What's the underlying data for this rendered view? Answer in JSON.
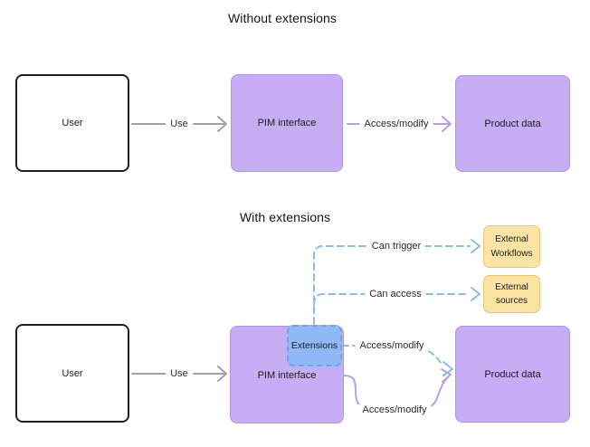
{
  "diagram": {
    "top": {
      "title": "Without extensions",
      "nodes": {
        "user": "User",
        "pim": "PIM interface",
        "product": "Product data"
      },
      "edges": {
        "use": "Use",
        "access": "Access/modify"
      }
    },
    "bottom": {
      "title": "With extensions",
      "nodes": {
        "user": "User",
        "pim": "PIM interface",
        "extensions": "Extensions",
        "product": "Product data",
        "external_workflows": "External Workflows",
        "external_sources": "External sources"
      },
      "edges": {
        "use": "Use",
        "can_trigger": "Can trigger",
        "can_access": "Can access",
        "access_extensions": "Access/modify",
        "access_pim": "Access/modify"
      }
    },
    "colors": {
      "purple_node_fill": "#c7adf4",
      "purple_node_border": "#b293e9",
      "blue_node_fill": "#8fb9f4",
      "blue_node_border": "#6ea6ea",
      "yellow_node_fill": "#fbe3a4",
      "yellow_node_border": "#e9c672",
      "user_node_border": "#1f1f1f",
      "gray_arrow": "#a2a2a2",
      "purple_arrow": "#b79fe6",
      "blue_arrow": "#8abde9"
    }
  }
}
